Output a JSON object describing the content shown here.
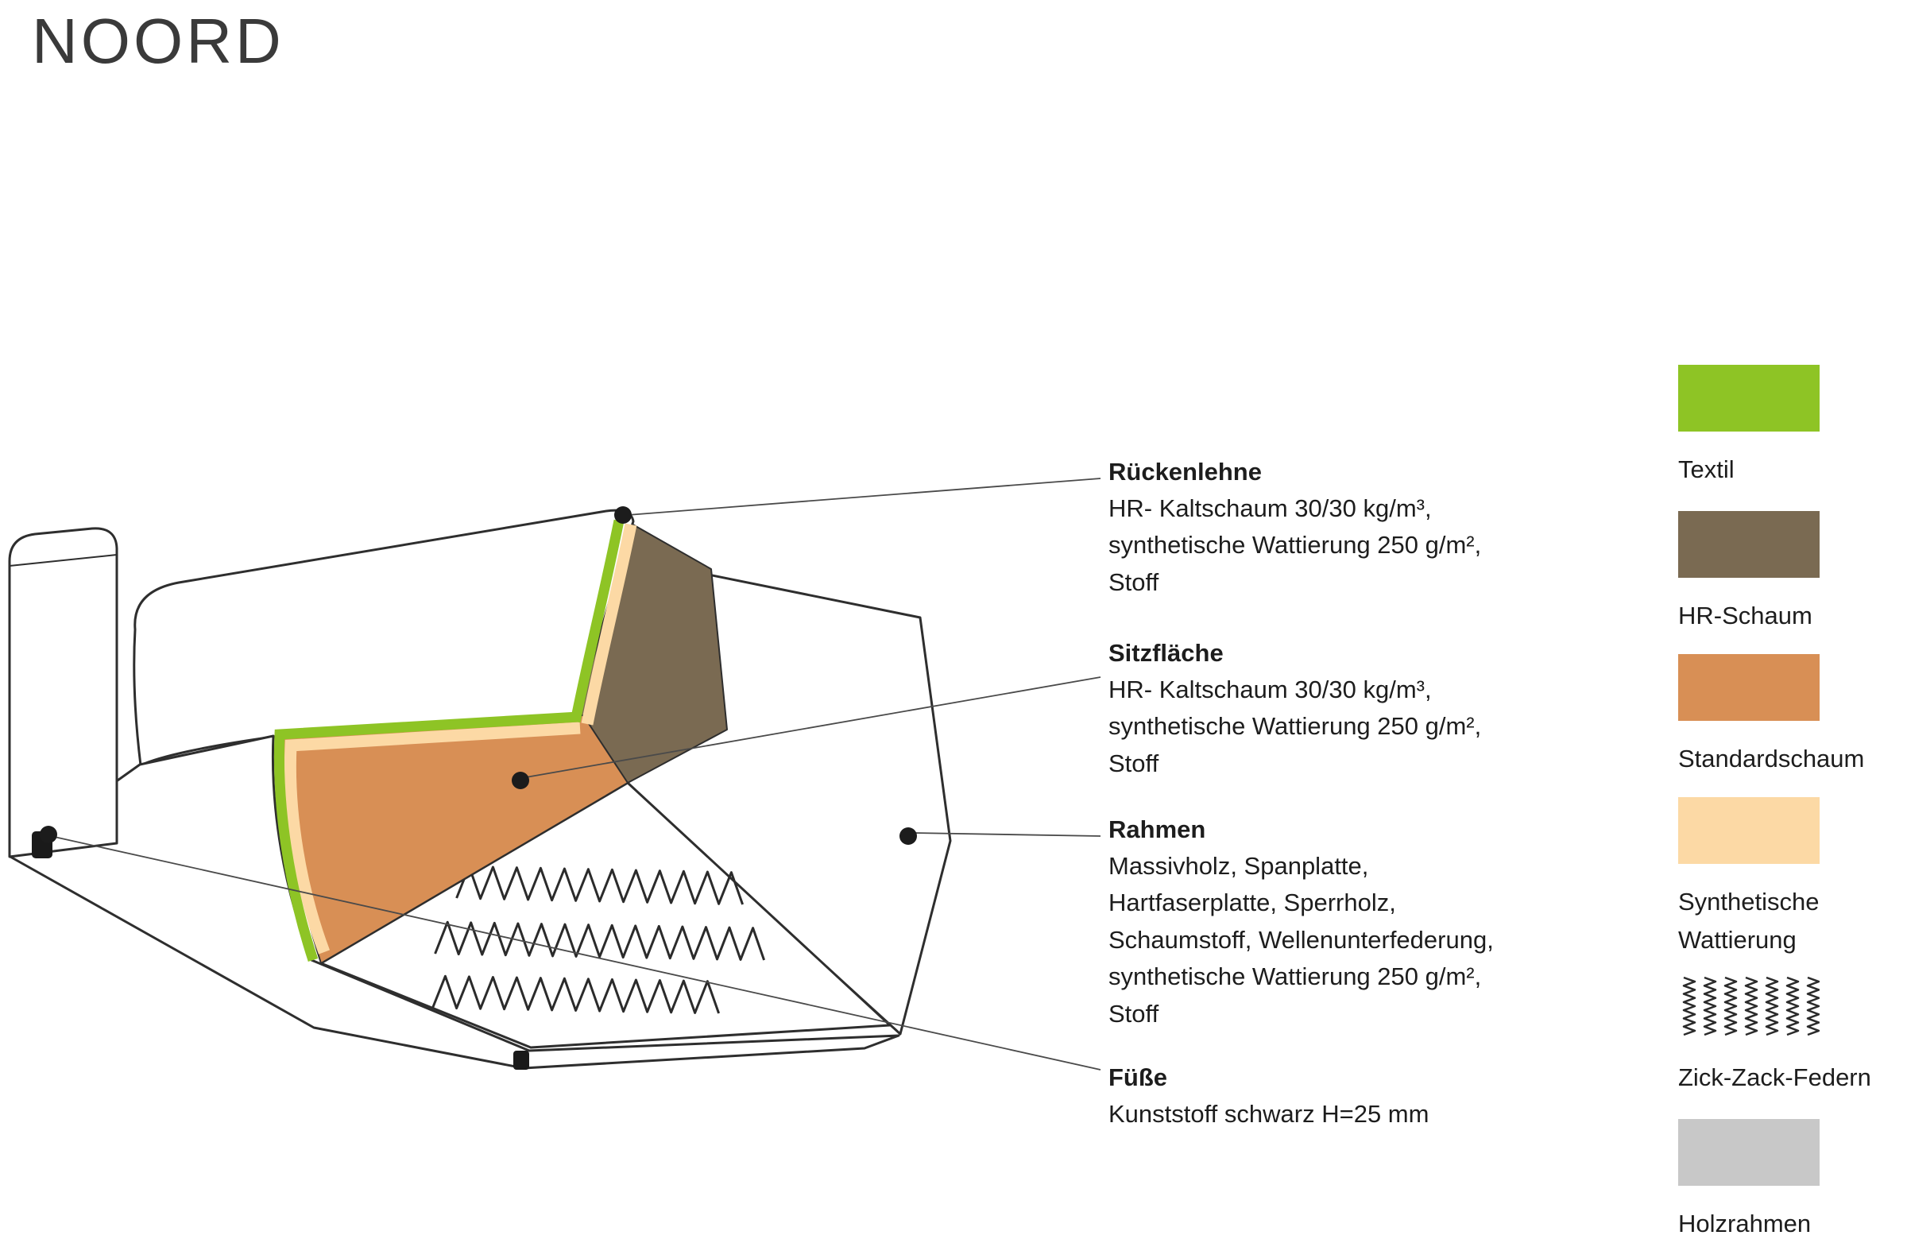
{
  "page": {
    "title": "NOORD"
  },
  "colors": {
    "textil": "#8ec425",
    "hr_schaum": "#7a6a52",
    "standardschaum": "#d88f55",
    "wattierung": "#fcd9a5",
    "holzrahmen": "#c8c8c8",
    "outline": "#2e2e2e",
    "dot": "#1c1c1c"
  },
  "annotations": [
    {
      "id": "rueckenlehne",
      "heading": "Rückenlehne",
      "body": "HR- Kaltschaum 30/30 kg/m³,\nsynthetische Wattierung 250 g/m²,\nStoff"
    },
    {
      "id": "sitzflaeche",
      "heading": "Sitzfläche",
      "body": "HR- Kaltschaum 30/30 kg/m³,\nsynthetische Wattierung 250 g/m²,\nStoff"
    },
    {
      "id": "rahmen",
      "heading": "Rahmen",
      "body": "Massivholz, Spanplatte,\nHartfaserplatte, Sperrholz,\nSchaumstoff, Wellenunterfederung,\nsynthetische Wattierung 250 g/m²,\nStoff"
    },
    {
      "id": "fuesse",
      "heading": "Füße",
      "body": "Kunststoff schwarz H=25 mm"
    }
  ],
  "legend": {
    "items": [
      {
        "label": "Textil",
        "swatch": "textil"
      },
      {
        "label": "HR-Schaum",
        "swatch": "hr_schaum"
      },
      {
        "label": "Standardschaum",
        "swatch": "standardschaum"
      },
      {
        "label": "Synthetische\nWattierung",
        "swatch": "wattierung"
      },
      {
        "label": "Zick-Zack-Federn",
        "swatch": "zigzag"
      },
      {
        "label": "Holzrahmen",
        "swatch": "holzrahmen"
      }
    ]
  }
}
